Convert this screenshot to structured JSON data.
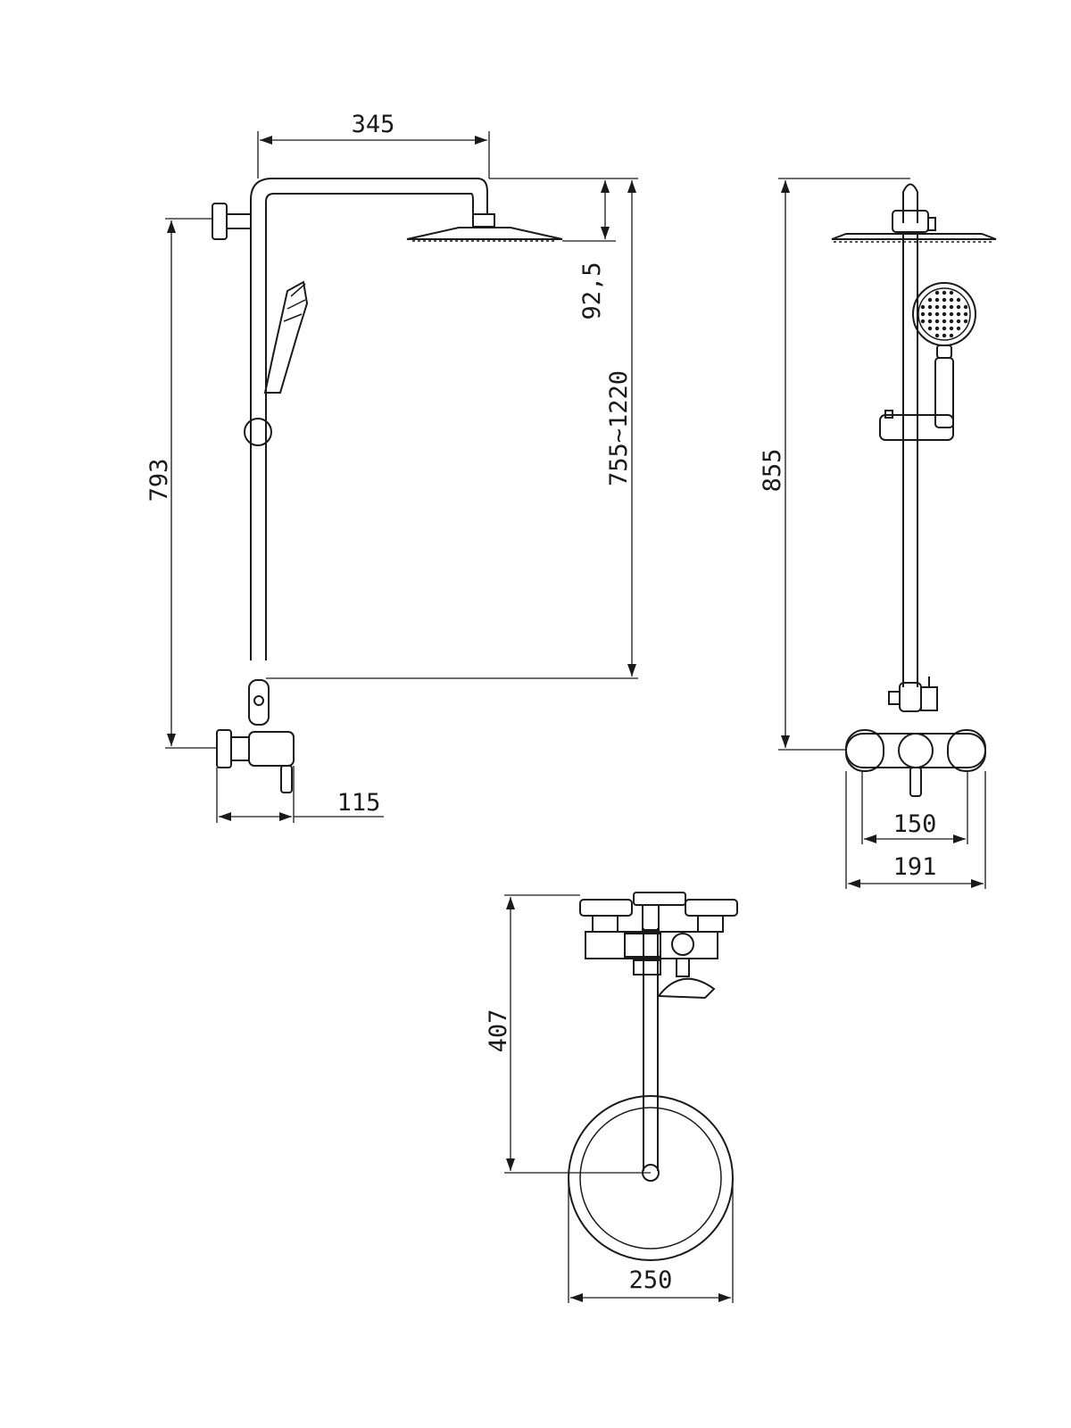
{
  "dimensions": {
    "arm_length": "345",
    "head_drop": "92,5",
    "height_range": "755~1220",
    "bar_height_side": "793",
    "mixer_depth": "115",
    "bar_height_front": "855",
    "inlet_centers": "150",
    "mixer_width": "191",
    "plan_depth": "407",
    "head_diameter": "250"
  },
  "colors": {
    "line": "#1a1a1a",
    "background": "#ffffff"
  }
}
